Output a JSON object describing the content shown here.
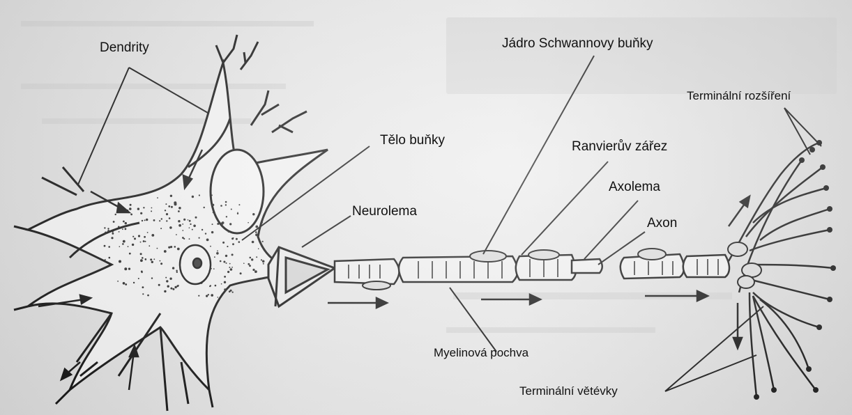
{
  "labels": {
    "dendrity": "Dendrity",
    "jadro_schwannovy_bunky": "Jádro Schwannovy buňky",
    "terminalni_rozsireni": "Terminální rozšíření",
    "telo_bunky": "Tělo buňky",
    "ranvieruv_zarez": "Ranvierův zářez",
    "axolema": "Axolema",
    "neurolema": "Neurolema",
    "axon": "Axon",
    "myelinova_pochva": "Myelinová pochva",
    "terminalni_vetevky": "Terminální větévky"
  },
  "colors": {
    "ink": "#111111",
    "paper": "#e8e8e8"
  }
}
